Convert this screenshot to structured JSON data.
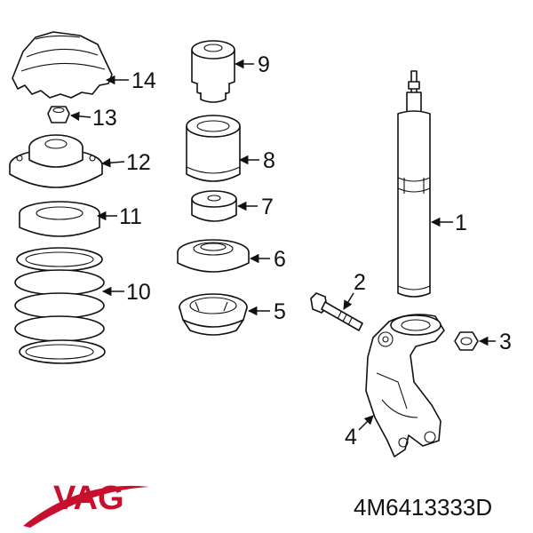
{
  "brand": {
    "logo_text": "VAG",
    "color": "#c8102e"
  },
  "part_number": "4M6413333D",
  "callouts": [
    "1",
    "2",
    "3",
    "4",
    "5",
    "6",
    "7",
    "8",
    "9",
    "10",
    "11",
    "12",
    "13",
    "14"
  ]
}
